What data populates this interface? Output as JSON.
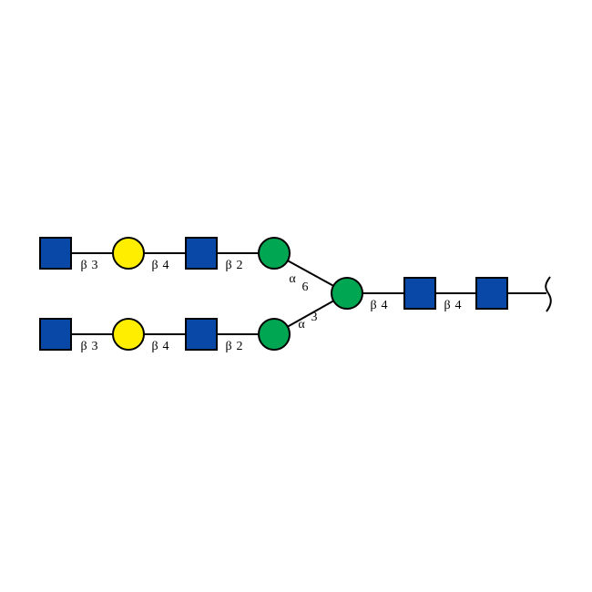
{
  "colors": {
    "GlcNAc": "#0a48a8",
    "Gal": "#ffee00",
    "Man": "#00a651",
    "line": "#000000",
    "background": "#ffffff"
  },
  "residues": [
    {
      "id": "r0",
      "type": "GlcNAc",
      "shape": "square",
      "name": "reducing-end-glcnac"
    },
    {
      "id": "r1",
      "type": "GlcNAc",
      "shape": "square",
      "name": "core-glcnac"
    },
    {
      "id": "r2",
      "type": "Man",
      "shape": "circle",
      "name": "core-mannose"
    },
    {
      "id": "r3",
      "type": "Man",
      "shape": "circle",
      "name": "mannose-a6-branch"
    },
    {
      "id": "r4",
      "type": "Man",
      "shape": "circle",
      "name": "mannose-a3-branch"
    },
    {
      "id": "r5",
      "type": "GlcNAc",
      "shape": "square",
      "name": "glcnac-upper-branch"
    },
    {
      "id": "r6",
      "type": "GlcNAc",
      "shape": "square",
      "name": "glcnac-lower-branch"
    },
    {
      "id": "r7",
      "type": "Gal",
      "shape": "circle",
      "name": "galactose-upper-branch"
    },
    {
      "id": "r8",
      "type": "Gal",
      "shape": "circle",
      "name": "galactose-lower-branch"
    },
    {
      "id": "r9",
      "type": "GlcNAc",
      "shape": "square",
      "name": "terminal-glcnac-upper"
    },
    {
      "id": "r10",
      "type": "GlcNAc",
      "shape": "square",
      "name": "terminal-glcnac-lower"
    }
  ],
  "linkages": [
    {
      "from": "r1",
      "to": "r0",
      "anomer": "β",
      "position": "4"
    },
    {
      "from": "r2",
      "to": "r1",
      "anomer": "β",
      "position": "4"
    },
    {
      "from": "r3",
      "to": "r2",
      "anomer": "α",
      "position": "6"
    },
    {
      "from": "r4",
      "to": "r2",
      "anomer": "α",
      "position": "3"
    },
    {
      "from": "r5",
      "to": "r3",
      "anomer": "β",
      "position": "2"
    },
    {
      "from": "r6",
      "to": "r4",
      "anomer": "β",
      "position": "2"
    },
    {
      "from": "r7",
      "to": "r5",
      "anomer": "β",
      "position": "4"
    },
    {
      "from": "r8",
      "to": "r6",
      "anomer": "β",
      "position": "4"
    },
    {
      "from": "r9",
      "to": "r7",
      "anomer": "β",
      "position": "3"
    },
    {
      "from": "r10",
      "to": "r8",
      "anomer": "β",
      "position": "3"
    }
  ],
  "reducing_end": "wavy bracket"
}
